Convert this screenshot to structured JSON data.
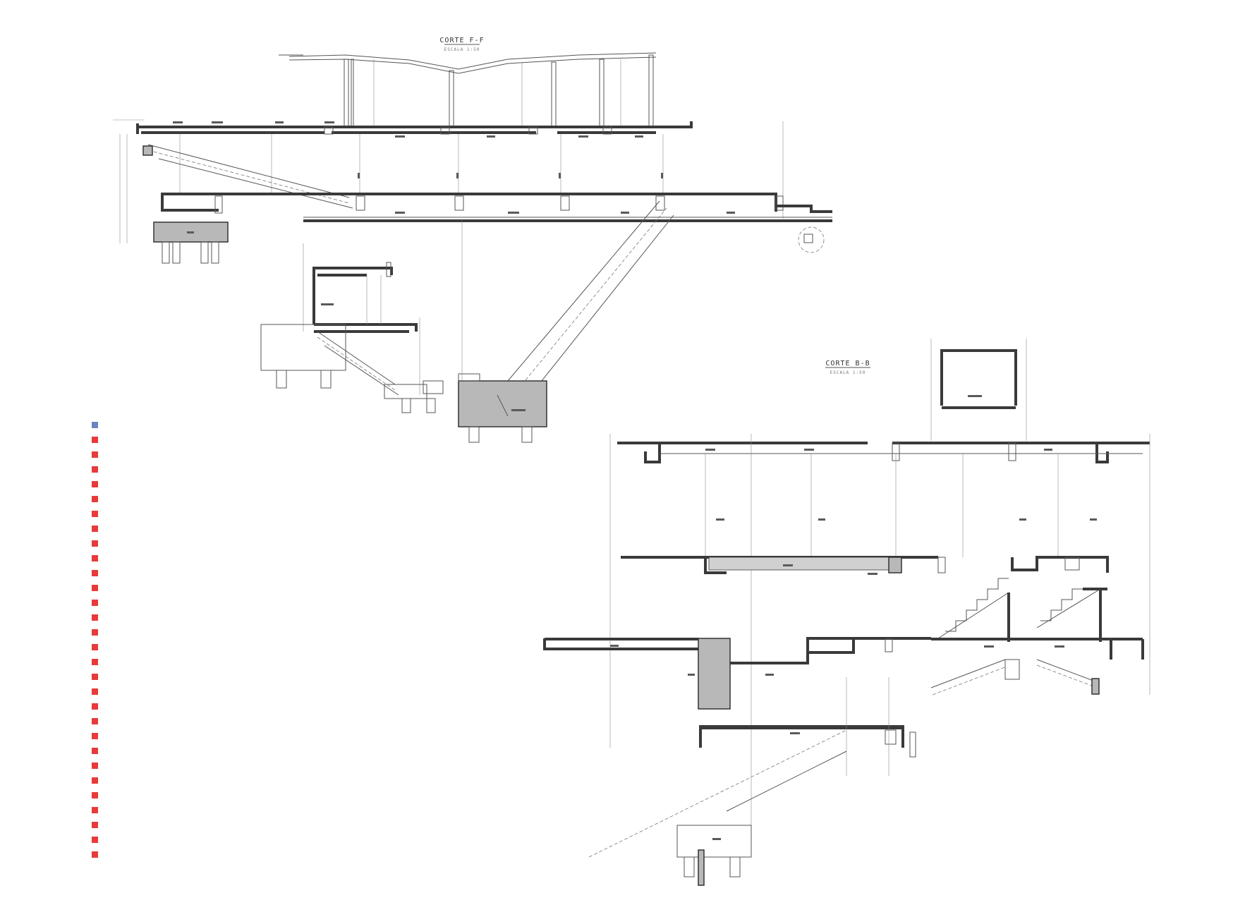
{
  "drawings": [
    {
      "id": "section-f",
      "title": "CORTE F-F",
      "scale": "ESCALA 1:50"
    },
    {
      "id": "section-b",
      "title": "CORTE B-B",
      "scale": "ESCALA 1:50"
    }
  ],
  "legend_markers": {
    "top_color": "#6b84c0",
    "main_color": "#e83a3a",
    "count": 30
  }
}
